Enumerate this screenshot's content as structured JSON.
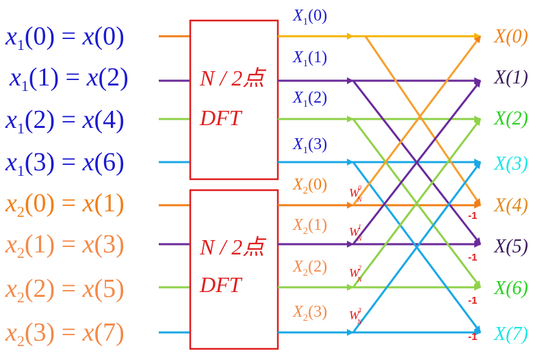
{
  "colors": {
    "blue": "#1a1ad0",
    "orange": "#f07f1a",
    "orange_light": "#f28a4a",
    "purple": "#6a2a9a",
    "green": "#8fd24a",
    "cyan": "#1aa8e6",
    "red": "#e01e1e",
    "yellow": "#f5b400",
    "xout0": "#f07f1a",
    "xout1": "#3a1a5a",
    "xout2": "#28d21e",
    "xout3": "#1ae6e6",
    "xout4": "#e08a1e",
    "xout5": "#3a1a5a",
    "xout6": "#28d21e",
    "xout7": "#1ae6e6"
  },
  "inputs": [
    {
      "sub": "1",
      "idx": "0",
      "rhs": "0"
    },
    {
      "sub": "1",
      "idx": "1",
      "rhs": "2"
    },
    {
      "sub": "1",
      "idx": "2",
      "rhs": "4"
    },
    {
      "sub": "1",
      "idx": "3",
      "rhs": "6"
    },
    {
      "sub": "2",
      "idx": "0",
      "rhs": "1"
    },
    {
      "sub": "2",
      "idx": "1",
      "rhs": "3"
    },
    {
      "sub": "2",
      "idx": "2",
      "rhs": "5"
    },
    {
      "sub": "2",
      "idx": "3",
      "rhs": "7"
    }
  ],
  "blocks": [
    {
      "line1": "N / 2点",
      "line2": "DFT"
    },
    {
      "line1": "N / 2点",
      "line2": "DFT"
    }
  ],
  "mid_labels": [
    {
      "sub": "1",
      "idx": "0"
    },
    {
      "sub": "1",
      "idx": "1"
    },
    {
      "sub": "1",
      "idx": "2"
    },
    {
      "sub": "1",
      "idx": "3"
    },
    {
      "sub": "2",
      "idx": "0"
    },
    {
      "sub": "2",
      "idx": "1"
    },
    {
      "sub": "2",
      "idx": "2"
    },
    {
      "sub": "2",
      "idx": "3"
    }
  ],
  "twiddles": [
    {
      "base": "W",
      "sub": "N",
      "sup": "0"
    },
    {
      "base": "W",
      "sub": "N",
      "sup": "1"
    },
    {
      "base": "W",
      "sub": "N",
      "sup": "2"
    },
    {
      "base": "W",
      "sub": "N",
      "sup": "3"
    }
  ],
  "minus_one": [
    "-1",
    "-1",
    "-1",
    "-1"
  ],
  "outputs": [
    "X(0)",
    "X(1)",
    "X(2)",
    "X(3)",
    "X(4)",
    "X(5)",
    "X(6)",
    "X(7)"
  ]
}
